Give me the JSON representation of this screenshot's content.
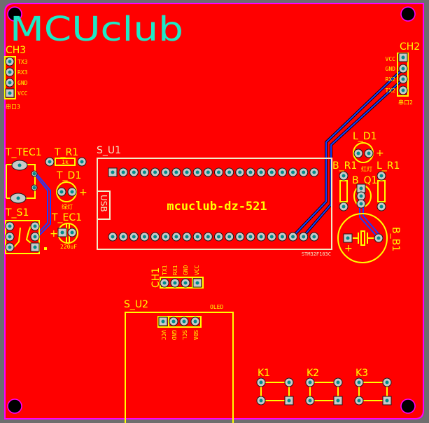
{
  "board": {
    "logo": "MCUclub",
    "colors": {
      "board": "#ff0000",
      "silk": "#ffff00",
      "logo": "#1de9c6",
      "trace": "#1a3cff",
      "outline": "#ff00ff",
      "pad": "#c8c8c8",
      "pad_center": "#008b8b"
    }
  },
  "ch3": {
    "ref": "CH3",
    "pins": [
      "TX3",
      "RX3",
      "GND",
      "VCC"
    ],
    "caption": "串口3"
  },
  "ch2": {
    "ref": "CH2",
    "pins": [
      "VCC",
      "GND",
      "RX2",
      "TX2"
    ],
    "caption": "串口2"
  },
  "ch1": {
    "ref": "CH1",
    "pins": [
      "TX1",
      "RX1",
      "GND",
      "VCC"
    ]
  },
  "t_tec1": {
    "ref": "T_TEC1"
  },
  "t_r1": {
    "ref": "T_R1",
    "value": "1k"
  },
  "t_d1": {
    "ref": "T_D1",
    "caption": "绿灯",
    "plus": "+"
  },
  "t_s1": {
    "ref": "T_S1"
  },
  "t_ec1": {
    "ref": "T_EC1",
    "value": "220uF",
    "plus": "+"
  },
  "s_u1": {
    "ref": "S_U1",
    "usb": "USB",
    "name": "mcuclub-dz-521",
    "chip": "STM32F103C"
  },
  "s_u2": {
    "ref": "S_U2",
    "title": "OLED",
    "pins": [
      "VCC",
      "GND",
      "SCL",
      "SDA"
    ]
  },
  "l_d1": {
    "ref": "L_D1",
    "caption": "红灯",
    "plus": "+"
  },
  "b_r1": {
    "ref": "B_R1"
  },
  "l_r1": {
    "ref": "L_R1"
  },
  "b_q1": {
    "ref": "B_Q1"
  },
  "b_b1": {
    "ref": "B_B1",
    "plus": "+"
  },
  "keys": [
    {
      "ref": "K1"
    },
    {
      "ref": "K2"
    },
    {
      "ref": "K3"
    }
  ]
}
